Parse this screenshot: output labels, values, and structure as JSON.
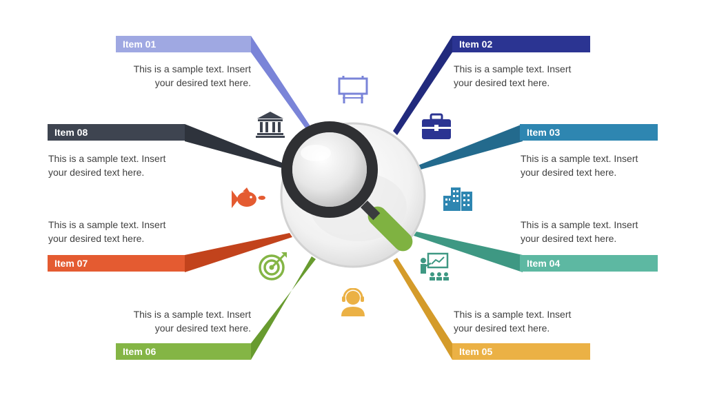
{
  "items": [
    {
      "label": "Item 01",
      "line1": "This is a sample text. Insert",
      "line2": "your desired text here.",
      "color": "#9FA8E2",
      "arm": "#7A84D8",
      "icon": "billboard-icon"
    },
    {
      "label": "Item 02",
      "line1": "This is a sample text. Insert",
      "line2": "your desired text here.",
      "color": "#2B3492",
      "arm": "#212A7D",
      "icon": "briefcase-icon"
    },
    {
      "label": "Item 03",
      "line1": "This is a sample text. Insert",
      "line2": "your desired text here.",
      "color": "#2E86B1",
      "arm": "#236A8D",
      "icon": "buildings-icon"
    },
    {
      "label": "Item 04",
      "line1": "This is a sample text. Insert",
      "line2": "your desired text here.",
      "color": "#5DB8A2",
      "arm": "#3E9883",
      "icon": "presentation-icon"
    },
    {
      "label": "Item 05",
      "line1": "This is a sample text. Insert",
      "line2": "your desired text here.",
      "color": "#EBB145",
      "arm": "#D49B2A",
      "icon": "support-agent-icon"
    },
    {
      "label": "Item 06",
      "line1": "This is a sample text. Insert",
      "line2": "your desired text here.",
      "color": "#84B545",
      "arm": "#689B2F",
      "icon": "target-icon"
    },
    {
      "label": "Item 07",
      "line1": "This is a sample text. Insert",
      "line2": "your desired text here.",
      "color": "#E45B31",
      "arm": "#C2431C",
      "icon": "fish-icon"
    },
    {
      "label": "Item 08",
      "line1": "This is a sample text. Insert",
      "line2": "your desired text here.",
      "color": "#3E4450",
      "arm": "#2E333C",
      "icon": "bank-icon"
    }
  ],
  "magnifier": {
    "ring": "#2F3033",
    "handle": "#7FB241",
    "icon": "magnifier-icon"
  }
}
